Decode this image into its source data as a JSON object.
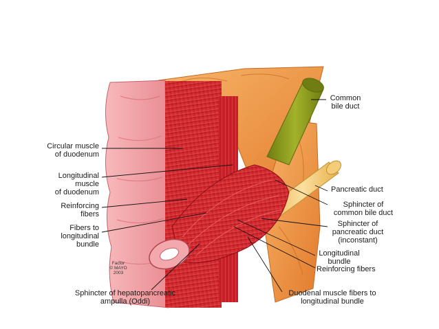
{
  "labels": {
    "circular_muscle": "Circular muscle\nof duodenum",
    "longitudinal_muscle": "Longitudinal\nmuscle\nof duodenum",
    "reinforcing_fibers_left": "Reinforcing\nfibers",
    "fibers_to_bundle": "Fibers to\nlongitudinal\nbundle",
    "sphincter_ampulla": "Sphincter of hepatopancreatic\nampulla (Oddi)",
    "common_bile_duct": "Common\nbile duct",
    "pancreatic_duct": "Pancreatic duct",
    "sphincter_bile_duct": "Sphincter of\ncommon bile duct",
    "sphincter_pancreatic_duct": "Sphincter of\npancreatic duct\n(inconstant)",
    "longitudinal_bundle": "Longitudinal\nbundle",
    "reinforcing_fibers_right": "Reinforcing fibers",
    "duodenal_fibers": "Duodenal muscle fibers to\nlongitudinal bundle"
  },
  "credit": "Factor\n© MAYO\n2003",
  "colors": {
    "mucosa": "#f2a4a8",
    "muscle": "#d8242c",
    "pancreas": "#f0923e",
    "bile_duct": "#8c9a1e",
    "pancreatic_duct": "#f2c46a",
    "leader_line": "#111111"
  }
}
